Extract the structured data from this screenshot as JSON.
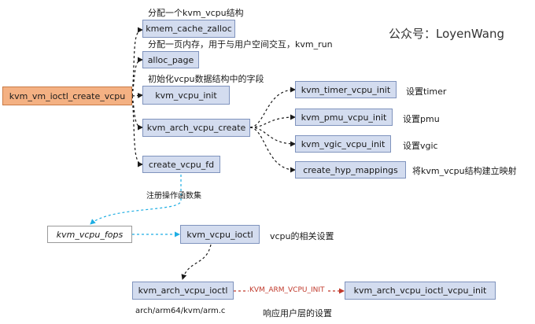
{
  "brand": "公众号：LoyenWang",
  "nodes": {
    "create": "kvm_vm_ioctl_create_vcpu",
    "kmem": "kmem_cache_zalloc",
    "alloc": "alloc_page",
    "vcpu_init": "kvm_vcpu_init",
    "arch_create": "kvm_arch_vcpu_create",
    "create_fd": "create_vcpu_fd",
    "timer": "kvm_timer_vcpu_init",
    "pmu": "kvm_pmu_vcpu_init",
    "vgic": "kvm_vgic_vcpu_init",
    "hyp": "create_hyp_mappings",
    "fops": "kvm_vcpu_fops",
    "ioctl": "kvm_vcpu_ioctl",
    "arch_ioctl": "kvm_arch_vcpu_ioctl",
    "arch_ioctl_init": "kvm_arch_vcpu_ioctl_vcpu_init"
  },
  "notes": {
    "kmem": "分配一个kvm_vcpu结构",
    "alloc": "分配一页内存，用于与用户空间交互，kvm_run",
    "vcpu_init": "初始化vcpu数据结构中的字段",
    "timer": "设置timer",
    "pmu": "设置pmu",
    "vgic": "设置vgic",
    "hyp": "将kvm_vcpu结构建立映射",
    "fops": "注册操作函数集",
    "ioctl": "vcpu的相关设置",
    "file": "arch/arm64/kvm/arm.c",
    "response": "响应用户层的设置",
    "edge": "KVM_ARM_VCPU_INIT"
  },
  "colors": {
    "box_fill": "#d3dcef",
    "box_border": "#7f93bd",
    "root_fill": "#f4b183",
    "cyan_arrow": "#1eaee3",
    "red_arrow": "#c0392b"
  }
}
